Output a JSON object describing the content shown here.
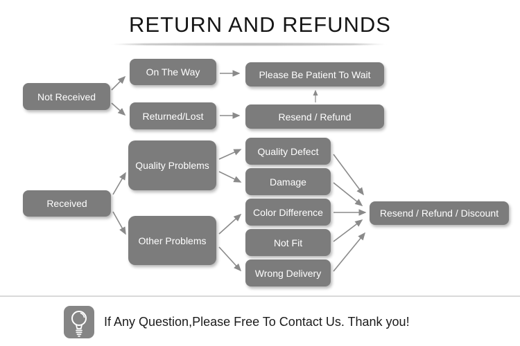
{
  "diagram": {
    "title": "RETURN AND REFUNDS",
    "nodes": {
      "not_received": "Not Received",
      "on_the_way": "On The Way",
      "returned_lost": "Returned/Lost",
      "please_wait": "Please Be Patient To Wait",
      "resend_refund": "Resend / Refund",
      "received": "Received",
      "quality_problems": "Quality Problems",
      "other_problems": "Other Problems",
      "quality_defect": "Quality Defect",
      "damage": "Damage",
      "color_difference": "Color Difference",
      "not_fit": "Not Fit",
      "wrong_delivery": "Wrong Delivery",
      "resend_refund_discount": "Resend / Refund / Discount"
    },
    "edges": [
      {
        "from": "not_received",
        "to": "on_the_way"
      },
      {
        "from": "not_received",
        "to": "returned_lost"
      },
      {
        "from": "on_the_way",
        "to": "please_wait"
      },
      {
        "from": "returned_lost",
        "to": "resend_refund"
      },
      {
        "from": "resend_refund",
        "to": "please_wait"
      },
      {
        "from": "received",
        "to": "quality_problems"
      },
      {
        "from": "received",
        "to": "other_problems"
      },
      {
        "from": "quality_problems",
        "to": "quality_defect"
      },
      {
        "from": "quality_problems",
        "to": "damage"
      },
      {
        "from": "other_problems",
        "to": "color_difference"
      },
      {
        "from": "other_problems",
        "to": "wrong_delivery"
      },
      {
        "from": "quality_defect",
        "to": "resend_refund_discount"
      },
      {
        "from": "damage",
        "to": "resend_refund_discount"
      },
      {
        "from": "color_difference",
        "to": "resend_refund_discount"
      },
      {
        "from": "not_fit",
        "to": "resend_refund_discount"
      },
      {
        "from": "wrong_delivery",
        "to": "resend_refund_discount"
      }
    ]
  },
  "footer": {
    "icon": "lightbulb-icon",
    "message": "If Any Question,Please Free To Contact Us. Thank you!"
  },
  "colors": {
    "node_bg": "#7c7c7c",
    "node_text": "#ffffff",
    "arrow": "#8a8a8a",
    "title_text": "#151515",
    "divider": "#d9d9d9",
    "icon_bg": "#858585"
  }
}
